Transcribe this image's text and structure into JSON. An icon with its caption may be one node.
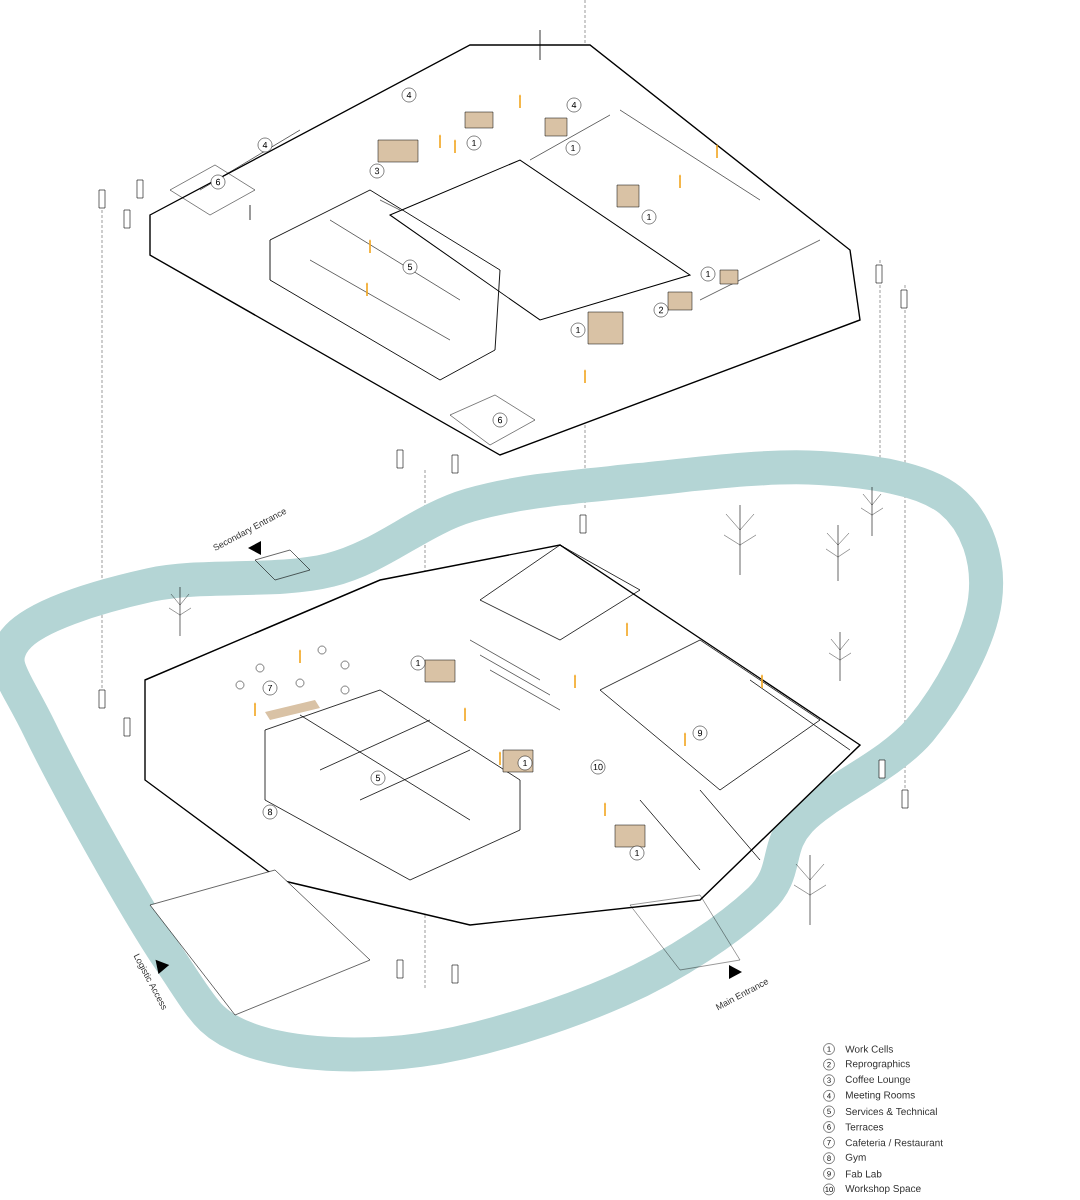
{
  "diagram": {
    "labels": [
      "4",
      "4",
      "1",
      "1",
      "4",
      "3",
      "6",
      "1",
      "5",
      "1",
      "2",
      "1",
      "6",
      "Secondary Entrance",
      "1",
      "7",
      "9",
      "1",
      "10",
      "5",
      "8",
      "1",
      "Logistic Access",
      "Main Entrance",
      "1",
      "2",
      "3",
      "4",
      "5",
      "6",
      "7",
      "8",
      "9",
      "10"
    ],
    "legend": [
      {
        "text": "Work Cells"
      },
      {
        "text": "Reprographics"
      },
      {
        "text": "Coffee Lounge"
      },
      {
        "text": "Meeting Rooms"
      },
      {
        "text": "Services & Technical"
      },
      {
        "text": "Terraces"
      },
      {
        "text": "Cafeteria / Restaurant"
      },
      {
        "text": "Gym"
      },
      {
        "text": "Fab Lab"
      },
      {
        "text": "Workshop Space"
      }
    ]
  }
}
